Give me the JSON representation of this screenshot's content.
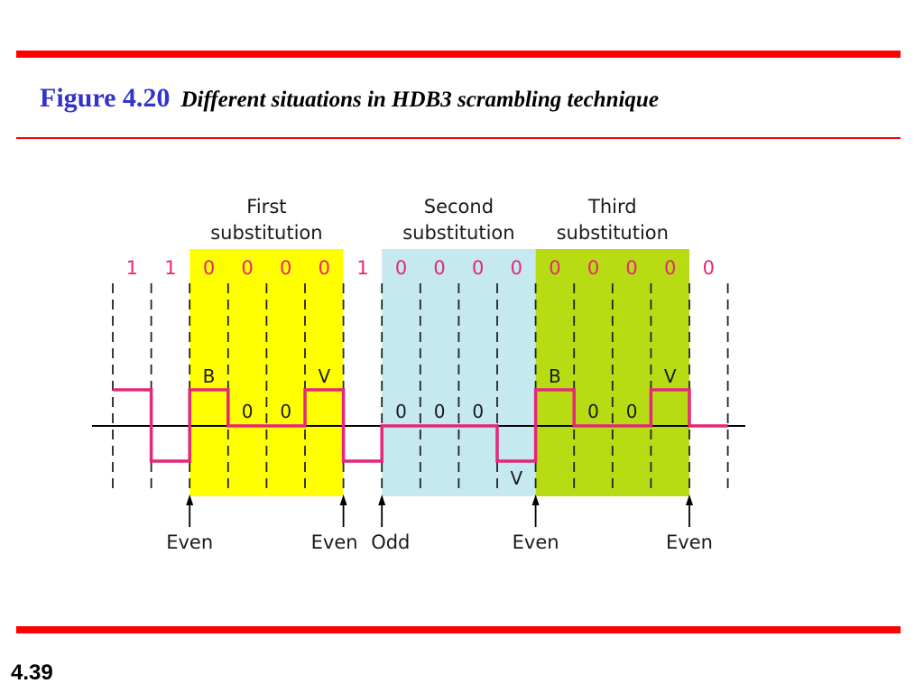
{
  "title": {
    "figure_number": "Figure 4.20",
    "caption": "Different situations in HDB3 scrambling technique"
  },
  "page_number": "4.39",
  "colors": {
    "rule": "#ff0000",
    "title_blue": "#3333cc",
    "signal": "#e6267a",
    "bits": "#e6267a",
    "first_substitution": "#ffff00",
    "second_substitution": "#c6e8f0",
    "third_substitution": "#b8dc14"
  },
  "diagram": {
    "regions": [
      {
        "label_line1": "First",
        "label_line2": "substitution",
        "color": "#ffff00"
      },
      {
        "label_line1": "Second",
        "label_line2": "substitution",
        "color": "#c6e8f0"
      },
      {
        "label_line1": "Third",
        "label_line2": "substitution",
        "color": "#b8dc14"
      }
    ],
    "bits": [
      "1",
      "1",
      "0",
      "0",
      "0",
      "0",
      "1",
      "0",
      "0",
      "0",
      "0",
      "0",
      "0",
      "0",
      "0",
      "0"
    ],
    "signal_levels": [
      1,
      -1,
      1,
      0,
      0,
      1,
      -1,
      0,
      0,
      0,
      -1,
      1,
      0,
      0,
      1,
      0
    ],
    "pulse_labels": [
      {
        "bit": 2,
        "text": "B",
        "position": "above"
      },
      {
        "bit": 3,
        "text": "0",
        "position": "above"
      },
      {
        "bit": 4,
        "text": "0",
        "position": "above"
      },
      {
        "bit": 5,
        "text": "V",
        "position": "above"
      },
      {
        "bit": 7,
        "text": "0",
        "position": "above"
      },
      {
        "bit": 8,
        "text": "0",
        "position": "above"
      },
      {
        "bit": 9,
        "text": "0",
        "position": "above"
      },
      {
        "bit": 10,
        "text": "V",
        "position": "below"
      },
      {
        "bit": 11,
        "text": "B",
        "position": "above"
      },
      {
        "bit": 12,
        "text": "0",
        "position": "above"
      },
      {
        "bit": 13,
        "text": "0",
        "position": "above"
      },
      {
        "bit": 14,
        "text": "V",
        "position": "above"
      }
    ],
    "markers": [
      {
        "boundary": 2,
        "text": "Even",
        "align": "center"
      },
      {
        "boundary": 6,
        "text": "Even",
        "align": "end"
      },
      {
        "boundary": 7,
        "text": "Odd",
        "align": "start"
      },
      {
        "boundary": 11,
        "text": "Even",
        "align": "center"
      },
      {
        "boundary": 15,
        "text": "Even",
        "align": "center"
      }
    ]
  }
}
